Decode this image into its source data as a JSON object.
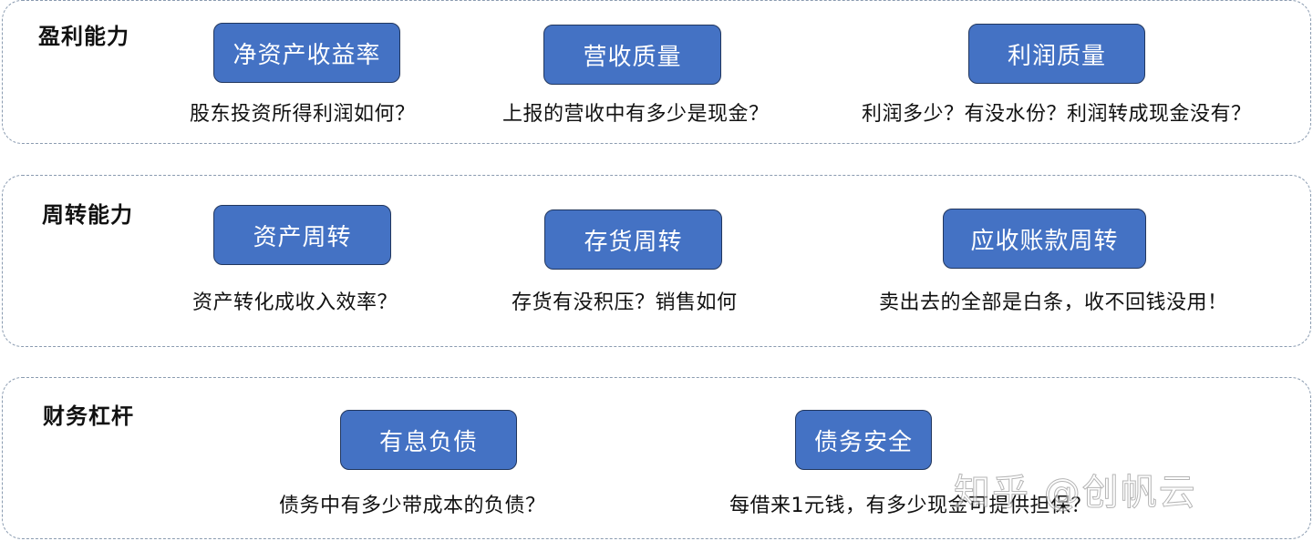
{
  "colors": {
    "box_fill": "#4472C4",
    "box_border": "#22375E",
    "section_border": "#8A9BB0",
    "text": "#111111"
  },
  "sections": [
    {
      "title": "盈利能力",
      "items": [
        {
          "label": "净资产收益率",
          "question": "股东投资所得利润如何？"
        },
        {
          "label": "营收质量",
          "question": "上报的营收中有多少是现金？"
        },
        {
          "label": "利润质量",
          "question": "利润多少？有没水份？利润转成现金没有？"
        }
      ]
    },
    {
      "title": "周转能力",
      "items": [
        {
          "label": "资产周转",
          "question": "资产转化成收入效率？"
        },
        {
          "label": "存货周转",
          "question": "存货有没积压？销售如何"
        },
        {
          "label": "应收账款周转",
          "question": "卖出去的全部是白条，收不回钱没用！"
        }
      ]
    },
    {
      "title": "财务杠杆",
      "items": [
        {
          "label": "有息负债",
          "question": "债务中有多少带成本的负债？"
        },
        {
          "label": "债务安全",
          "question": "每借来1元钱，有多少现金可提供担保？"
        }
      ]
    }
  ],
  "watermark": "知乎 @创帆云"
}
